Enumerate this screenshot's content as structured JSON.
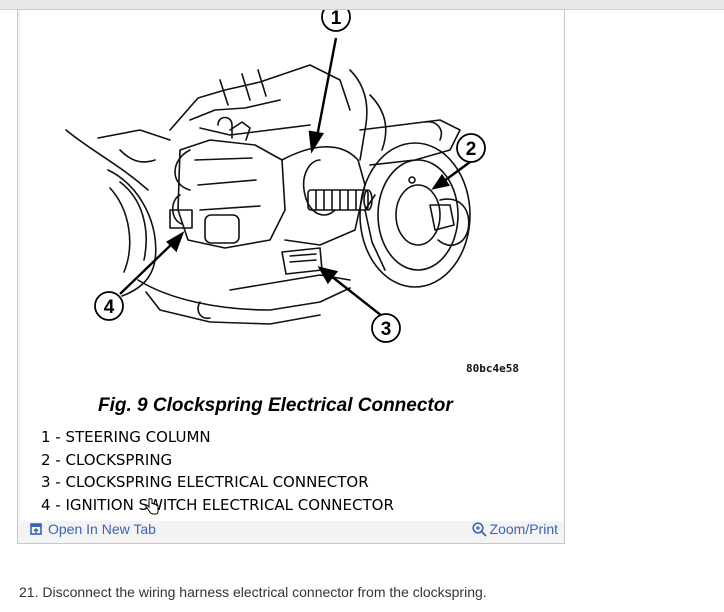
{
  "figure": {
    "code": "80bc4e58",
    "title": "Fig. 9 Clockspring Electrical Connector",
    "callouts": [
      "1",
      "2",
      "3",
      "4"
    ],
    "legend": [
      "1 - STEERING COLUMN",
      "2 - CLOCKSPRING",
      "3 - CLOCKSPRING ELECTRICAL CONNECTOR",
      "4 - IGNITION SWITCH ELECTRICAL CONNECTOR"
    ]
  },
  "actions": {
    "open_label": "Open In New Tab",
    "zoom_label": "Zoom/Print",
    "open_icon": "open-in-new-tab-icon",
    "zoom_icon": "zoom-icon",
    "link_color": "#3a64b4"
  },
  "step_text": "21. Disconnect the wiring harness electrical connector from the clockspring."
}
